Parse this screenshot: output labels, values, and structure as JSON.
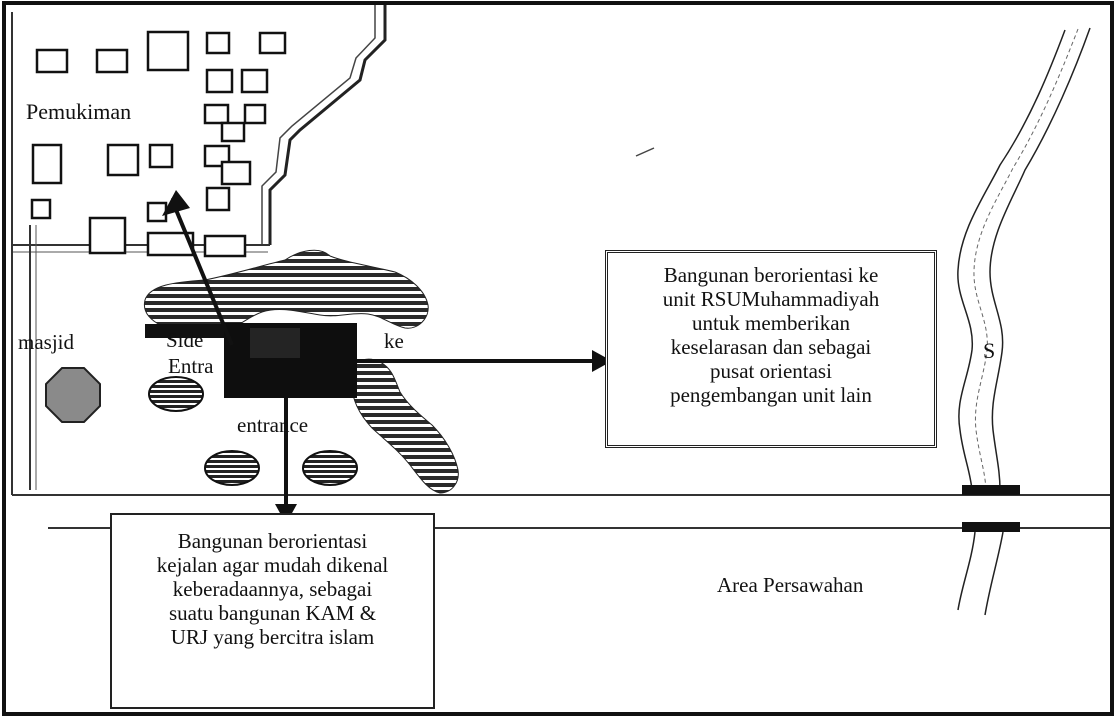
{
  "labels": {
    "settlement": "Pemukiman",
    "mosque": "masjid",
    "side_entrance_line1": "Side",
    "side_entrance_line2": "Entra",
    "entrance": "entrance",
    "ke": "ke",
    "river_mark": "S",
    "rice_fields": "Area Persawahan"
  },
  "notes": {
    "right": [
      "Bangunan berorientasi ke",
      "unit RSUMuhammadiyah",
      "untuk memberikan",
      "keselarasan dan sebagai",
      "pusat orientasi",
      "pengembangan unit lain"
    ],
    "bottom": [
      "Bangunan berorientasi",
      "kejalan agar mudah dikenal",
      "keberadaannya, sebagai",
      "suatu bangunan KAM &",
      "URJ yang bercitra islam"
    ]
  },
  "colors": {
    "ink": "#111111",
    "hatch_fill": "#2a2a2a",
    "mosque_fill": "#8a8a8a",
    "paper": "#ffffff"
  }
}
